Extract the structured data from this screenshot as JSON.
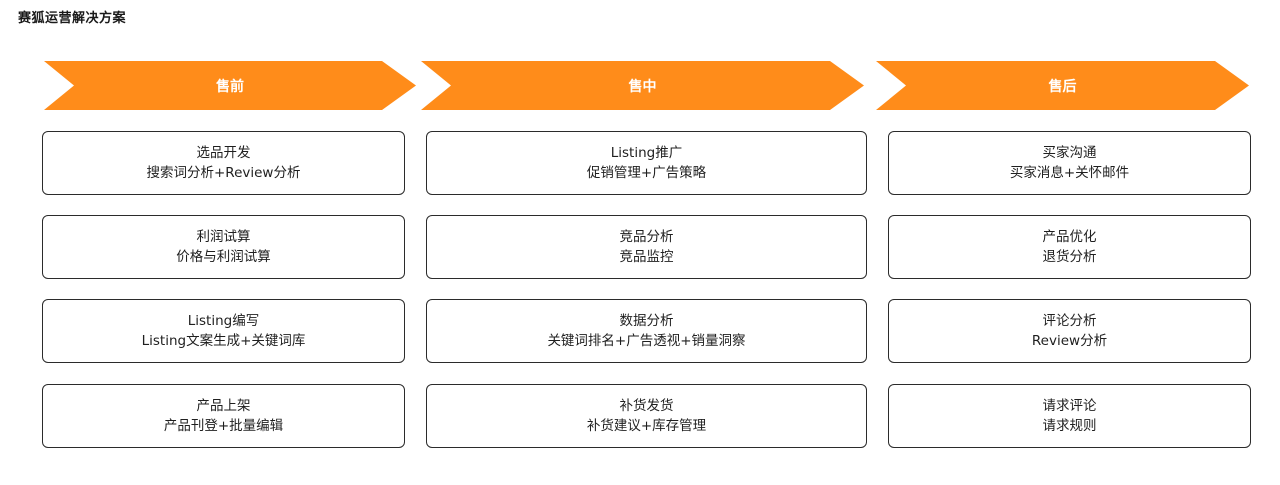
{
  "page": {
    "title": "赛狐运营解决方案"
  },
  "colors": {
    "stage_arrow": "#FF8C1A",
    "card_border": "#2B2B2B",
    "stage_text": "#FFFFFF"
  },
  "stages": [
    {
      "label": "售前",
      "cards": [
        {
          "title": "选品开发",
          "desc": "搜索词分析+Review分析"
        },
        {
          "title": "利润试算",
          "desc": "价格与利润试算"
        },
        {
          "title": "Listing编写",
          "desc": "Listing文案生成+关键词库"
        },
        {
          "title": "产品上架",
          "desc": "产品刊登+批量编辑"
        }
      ]
    },
    {
      "label": "售中",
      "cards": [
        {
          "title": "Listing推广",
          "desc": "促销管理+广告策略"
        },
        {
          "title": "竞品分析",
          "desc": "竞品监控"
        },
        {
          "title": "数据分析",
          "desc": "关键词排名+广告透视+销量洞察"
        },
        {
          "title": "补货发货",
          "desc": "补货建议+库存管理"
        }
      ]
    },
    {
      "label": "售后",
      "cards": [
        {
          "title": "买家沟通",
          "desc": "买家消息+关怀邮件"
        },
        {
          "title": "产品优化",
          "desc": "退货分析"
        },
        {
          "title": "评论分析",
          "desc": "Review分析"
        },
        {
          "title": "请求评论",
          "desc": "请求规则"
        }
      ]
    }
  ]
}
